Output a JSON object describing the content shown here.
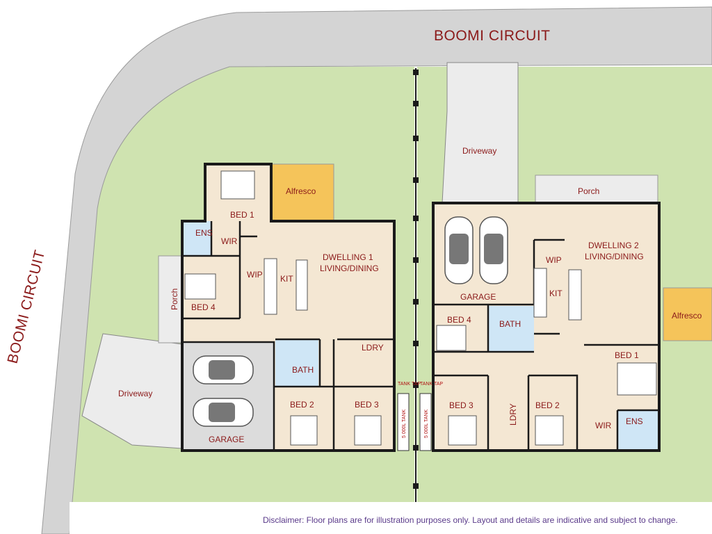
{
  "streets": {
    "top": "BOOMI CIRCUIT",
    "left": "BOOMI CIRCUIT"
  },
  "dwelling1": {
    "title": "DWELLING 1",
    "subtitle": "LIVING/DINING",
    "rooms": {
      "bed1": "BED 1",
      "ens": "ENS",
      "wir": "WIR",
      "alfresco": "Alfresco",
      "bed4": "BED 4",
      "porch": "Porch",
      "wip": "WIP",
      "kit": "KIT",
      "bath": "BATH",
      "ldry": "LDRY",
      "bed2": "BED 2",
      "bed3": "BED 3",
      "garage": "GARAGE",
      "driveway": "Driveway"
    }
  },
  "dwelling2": {
    "title": "DWELLING 2",
    "subtitle": "LIVING/DINING",
    "rooms": {
      "driveway": "Driveway",
      "porch": "Porch",
      "garage": "GARAGE",
      "wip": "WIP",
      "kit": "KIT",
      "alfresco": "Alfresco",
      "bed4": "BED 4",
      "bath": "BATH",
      "bed1": "BED 1",
      "bed3": "BED 3",
      "ldry": "LDRY",
      "bed2": "BED 2",
      "wir": "WIR",
      "ens": "ENS"
    }
  },
  "tanks": {
    "tap": "TANK TAP",
    "label": "5 000L TANK"
  },
  "disclaimer": "Disclaimer: Floor plans are for illustration purposes only. Layout and details are indicative and subject to change.",
  "colors": {
    "grass": "#cfe3b0",
    "road": "#d4d4d4",
    "floor": "#f4e7d3",
    "alfresco": "#f5c45a",
    "label": "#8b1a1a",
    "garage_floor": "#dcdcdc"
  }
}
